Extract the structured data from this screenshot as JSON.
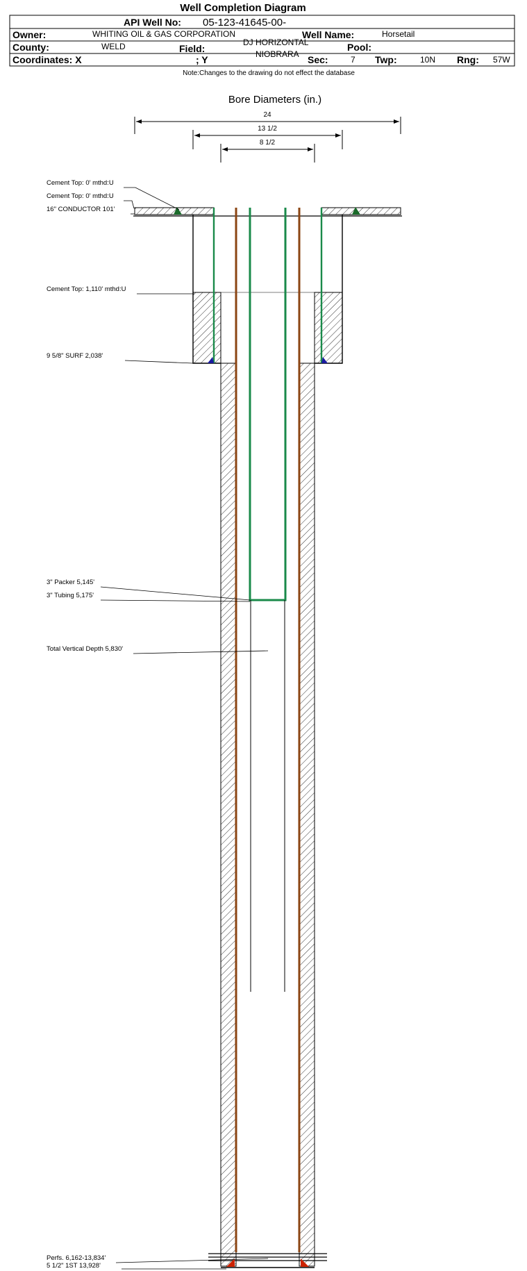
{
  "title": "Well Completion Diagram",
  "header": {
    "api_label": "API Well No:",
    "api_value": "05-123-41645-00-",
    "owner_label": "Owner:",
    "owner_value": "WHITING OIL & GAS CORPORATION",
    "well_name_label": "Well Name:",
    "well_name_value": "Horsetail",
    "county_label": "County:",
    "county_value": "WELD",
    "field_label": "Field:",
    "field_value_line1": "DJ HORIZONTAL",
    "field_value_line2": "NIOBRARA",
    "pool_label": "Pool:",
    "pool_value": "",
    "coord_label": "Coordinates: X",
    "coord_y_label": "; Y",
    "sec_label": "Sec:",
    "sec_value": "7",
    "twp_label": "Twp:",
    "twp_value": "10N",
    "rng_label": "Rng:",
    "rng_value": "57W"
  },
  "note": "Note:Changes to the drawing do not effect the database",
  "bore_diagram": {
    "title": "Bore Diameters (in.)",
    "dimensions": [
      "24",
      "13 1/2",
      "8 1/2"
    ]
  },
  "annotations": {
    "cement_top_1": "Cement Top: 0' mthd:U",
    "cement_top_2": "Cement Top: 0' mthd:U",
    "conductor": "16\" CONDUCTOR  101'",
    "cement_top_3": "Cement Top: 1,110' mthd:U",
    "surface_casing": "9 5/8\" SURF      2,038'",
    "packer": "3\" Packer 5,145'",
    "tubing": "3\" Tubing 5,175'",
    "tvd": "Total Vertical Depth 5,830'",
    "perfs": "Perfs. 6,162-13,834'",
    "production_casing": "5 1/2\" 1ST      13,928'"
  },
  "colors": {
    "tubing": "#1a8a4a",
    "casing": "#8b4513",
    "cement_marker_green": "#1a6a2a",
    "cement_marker_blue": "#1a1aa0",
    "cement_marker_red": "#cc2200"
  }
}
